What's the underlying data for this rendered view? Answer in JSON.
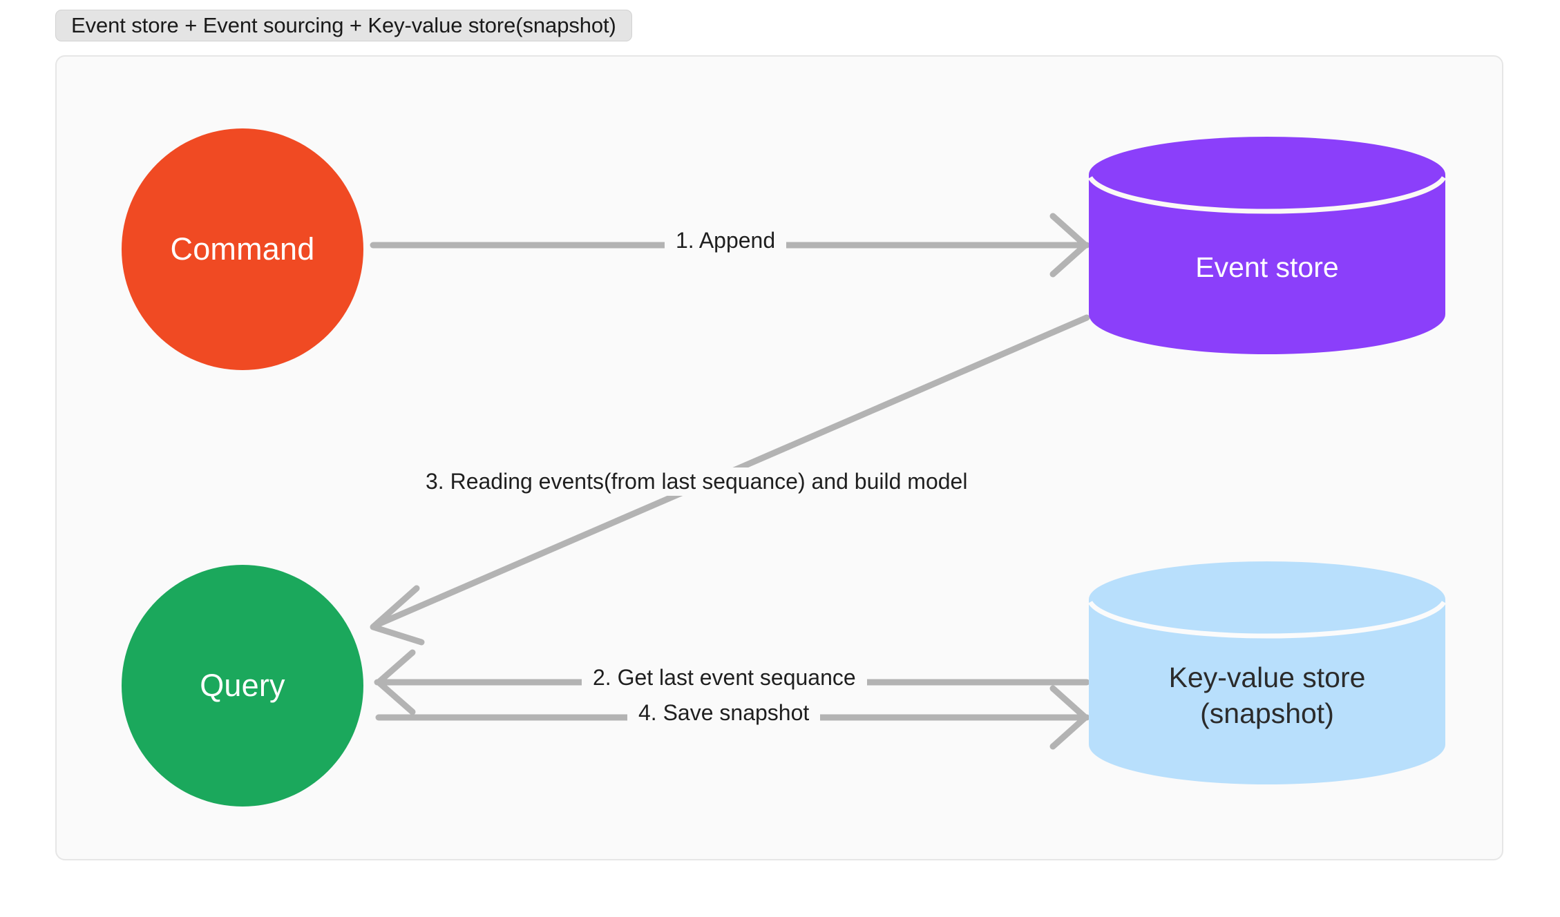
{
  "title": {
    "badge_label": "Event store + Event sourcing + Key-value store(snapshot)"
  },
  "colors": {
    "command": "#f04a23",
    "query": "#1ba85c",
    "event_store": "#8b3ffa",
    "kv_store": "#b8dffc",
    "connector": "#b3b3b3",
    "frame_bg": "#fafafa",
    "frame_border": "#e6e6e6",
    "badge_bg": "#e4e4e4"
  },
  "nodes": {
    "command": {
      "label": "Command",
      "shape": "circle"
    },
    "query": {
      "label": "Query",
      "shape": "circle"
    },
    "event_store": {
      "label": "Event store",
      "shape": "cylinder"
    },
    "kv_store": {
      "label_line1": "Key-value store",
      "label_line2": "(snapshot)",
      "shape": "cylinder"
    }
  },
  "edges": [
    {
      "id": "append",
      "label": "1. Append",
      "from": "command",
      "to": "event_store",
      "direction": "right"
    },
    {
      "id": "get-last-sequance",
      "label": "2. Get last event sequance",
      "from": "kv_store",
      "to": "query",
      "direction": "left"
    },
    {
      "id": "reading-events",
      "label": "3. Reading events(from last sequance) and build model",
      "from": "event_store",
      "to": "query",
      "direction": "diagonal-down-left"
    },
    {
      "id": "save-snapshot",
      "label": "4. Save snapshot",
      "from": "query",
      "to": "kv_store",
      "direction": "right"
    }
  ]
}
